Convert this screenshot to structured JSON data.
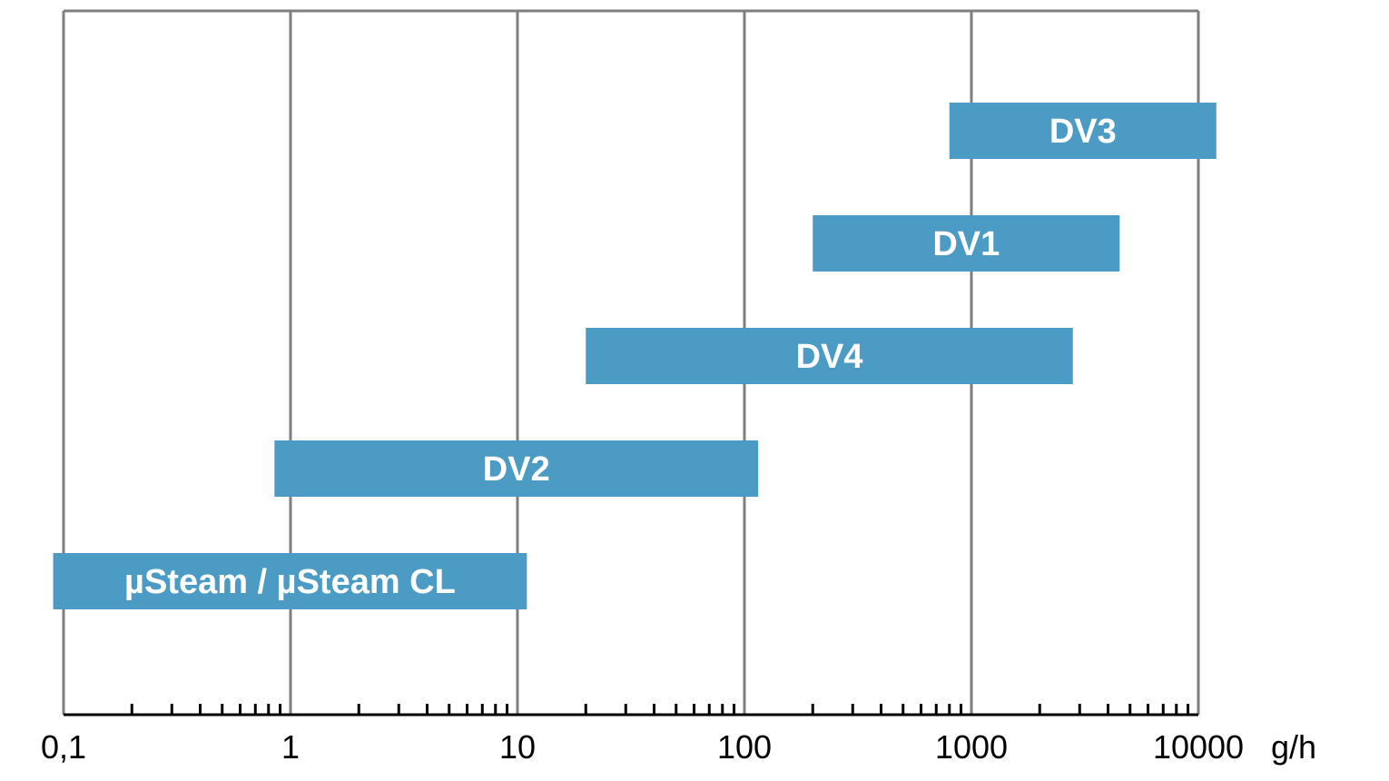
{
  "chart_data": {
    "type": "bar",
    "orientation": "horizontal-range",
    "x_scale": "log",
    "xlim": [
      0.1,
      10000
    ],
    "x_ticks": [
      0.1,
      1,
      10,
      100,
      1000,
      10000
    ],
    "x_tick_labels": [
      "0,1",
      "1",
      "10",
      "100",
      "1000",
      "10000"
    ],
    "x_unit": "g/h",
    "grid": true,
    "colors": {
      "bar": "#4b9bc5",
      "grid": "#7f7f7f",
      "axis": "#000000",
      "bar_text": "#ffffff"
    },
    "ranges": [
      {
        "label": "DV3",
        "min": 800,
        "max": 12000
      },
      {
        "label": "DV1",
        "min": 200,
        "max": 4500
      },
      {
        "label": "DV4",
        "min": 20,
        "max": 2800
      },
      {
        "label": "DV2",
        "min": 0.85,
        "max": 115
      },
      {
        "label": "µSteam / µSteam CL",
        "min": 0.09,
        "max": 11
      }
    ]
  }
}
